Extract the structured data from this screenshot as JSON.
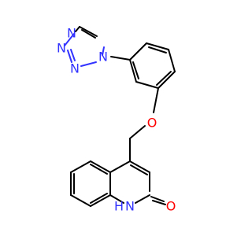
{
  "molecule": {
    "atoms": {
      "tetrazole_n1": {
        "symbol": "N",
        "color": "#3333ff"
      },
      "tetrazole_n2": {
        "symbol": "N",
        "color": "#3333ff"
      },
      "tetrazole_n3": {
        "symbol": "N",
        "color": "#3333ff"
      },
      "tetrazole_n4": {
        "symbol": "N",
        "color": "#3333ff"
      },
      "ether_o": {
        "symbol": "O",
        "color": "#ff0000"
      },
      "carbonyl_o": {
        "symbol": "O",
        "color": "#ff0000"
      },
      "ring_nh": {
        "symbol": "N",
        "color": "#3333ff"
      },
      "ring_nh_h": {
        "symbol": "H",
        "color": "#3333ff"
      }
    }
  }
}
